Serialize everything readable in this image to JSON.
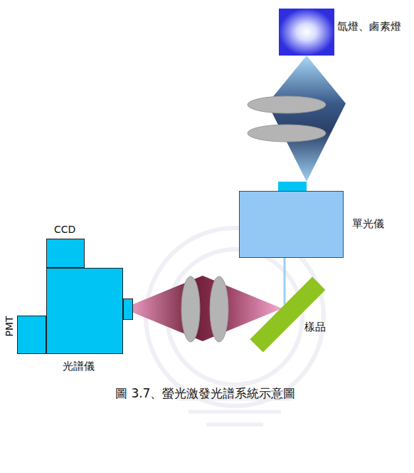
{
  "diagram": {
    "caption": "圖 3.7、螢光激發光譜系統示意圖",
    "nodes": [
      {
        "text": [
          "氙燈、鹵素燈"
        ]
      },
      {
        "text": [
          "單光儀"
        ]
      },
      {
        "text": [
          "樣品"
        ]
      },
      {
        "text": [
          "CCD"
        ]
      },
      {
        "text": [
          "光譜儀"
        ]
      },
      {
        "text": [
          "PMT"
        ]
      }
    ],
    "edges": [
      {
        "from": 0,
        "to": 1,
        "arrow": "none"
      },
      {
        "from": 1,
        "to": 2,
        "arrow": "none"
      },
      {
        "from": 2,
        "to": 4,
        "arrow": "none"
      }
    ]
  }
}
